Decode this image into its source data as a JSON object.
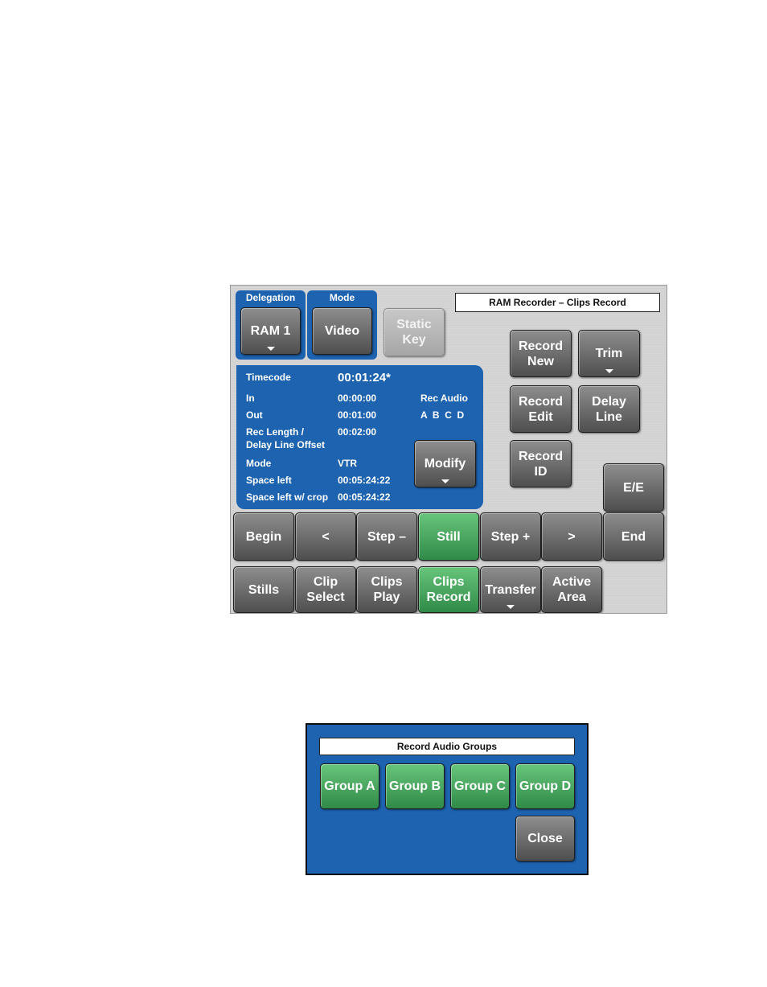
{
  "main": {
    "title": "RAM Recorder – Clips Record",
    "delegation": {
      "label": "Delegation",
      "button": "RAM 1"
    },
    "mode_group": {
      "label": "Mode",
      "button": "Video"
    },
    "static_key": "Static\nKey",
    "record_new": "Record\nNew",
    "trim": "Trim",
    "record_edit": "Record\nEdit",
    "delay_line": "Delay\nLine",
    "record_id": "Record\nID",
    "ee": "E/E",
    "modify": "Modify",
    "info": {
      "timecode_label": "Timecode",
      "timecode_value": "00:01:24*",
      "in_label": "In",
      "in_value": "00:00:00",
      "out_label": "Out",
      "out_value": "00:01:00",
      "rec_length_label": "Rec Length /",
      "delay_offset_label": "Delay Line Offset",
      "rec_length_value": "00:02:00",
      "mode_label": "Mode",
      "mode_value": "VTR",
      "space_left_label": "Space left",
      "space_left_value": "00:05:24:22",
      "space_crop_label": "Space left w/ crop",
      "space_crop_value": "00:05:24:22",
      "rec_audio_label": "Rec Audio",
      "rec_audio_value": "A  B  C  D"
    },
    "transport": {
      "begin": "Begin",
      "prev": "<",
      "step_back": "Step –",
      "still": "Still",
      "step_fwd": "Step +",
      "next": ">",
      "end": "End"
    },
    "tabs": {
      "stills": "Stills",
      "clip_select": "Clip\nSelect",
      "clips_play": "Clips\nPlay",
      "clips_record": "Clips\nRecord",
      "transfer": "Transfer",
      "active_area": "Active\nArea"
    }
  },
  "dialog": {
    "title": "Record Audio Groups",
    "group_a": "Group A",
    "group_b": "Group B",
    "group_c": "Group C",
    "group_d": "Group D",
    "close": "Close"
  },
  "colors": {
    "panel_blue": "#1d63b0",
    "active_green": "#2f8a48",
    "button_gray": "#5e5e5e"
  }
}
